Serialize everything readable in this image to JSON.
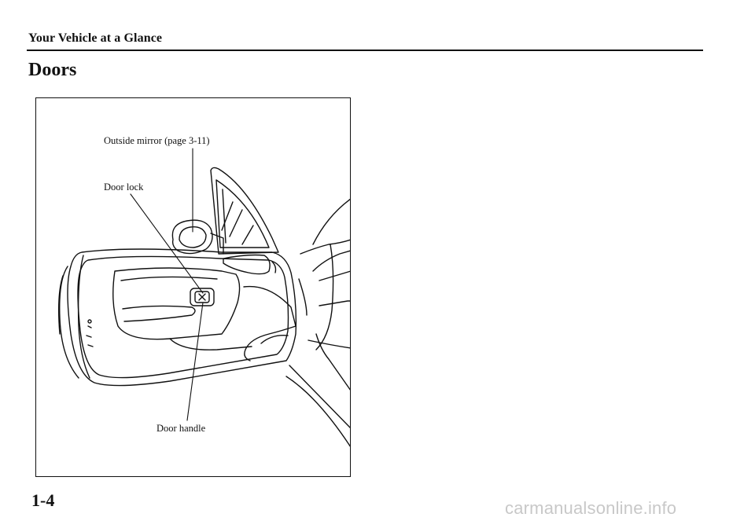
{
  "header": {
    "section": "Your Vehicle at a Glance"
  },
  "page": {
    "title": "Doors",
    "number": "1-4"
  },
  "figure": {
    "callouts": {
      "mirror": "Outside mirror (page 3-11)",
      "lock": "Door lock",
      "handle": "Door handle"
    }
  },
  "watermark": "carmanualsonline.info"
}
